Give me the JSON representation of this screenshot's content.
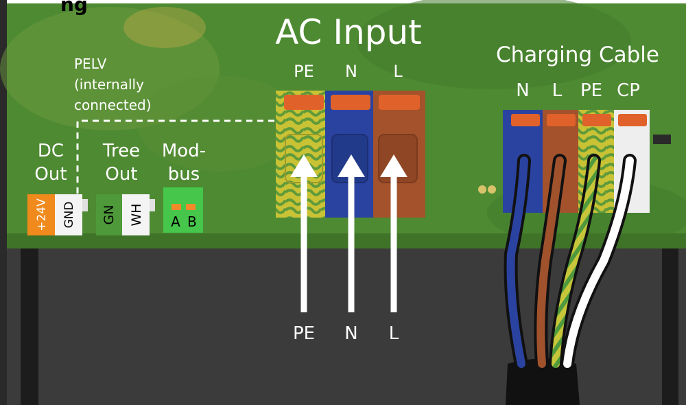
{
  "top_cropped_text": "ng",
  "ac_input": {
    "title": "AC Input",
    "terminal_labels": [
      "PE",
      "N",
      "L"
    ],
    "arrow_labels": [
      "PE",
      "N",
      "L"
    ]
  },
  "charging_cable": {
    "title": "Charging Cable",
    "terminal_labels": [
      "N",
      "L",
      "PE",
      "CP"
    ]
  },
  "pelv": {
    "line1": "PELV",
    "line2": "(internally",
    "line3": "connected)"
  },
  "dc_out": {
    "label_line1": "DC",
    "label_line2": "Out",
    "pin_plus": "+24V",
    "pin_gnd": "GND"
  },
  "tree_out": {
    "label_line1": "Tree",
    "label_line2": "Out",
    "pin_gn": "GN",
    "pin_wh": "WH"
  },
  "modbus": {
    "label_line1": "Mod-",
    "label_line2": "bus",
    "pin_a": "A",
    "pin_b": "B"
  },
  "colors": {
    "pcb_green": "#4e8a32",
    "neutral_blue": "#2b43a0",
    "live_brown": "#a3522c",
    "pe_yellow_green": "#c9c235",
    "lever_orange": "#e0622a",
    "dc_orange": "#f08a1c",
    "enclosure_dark": "#3a3a3a"
  }
}
